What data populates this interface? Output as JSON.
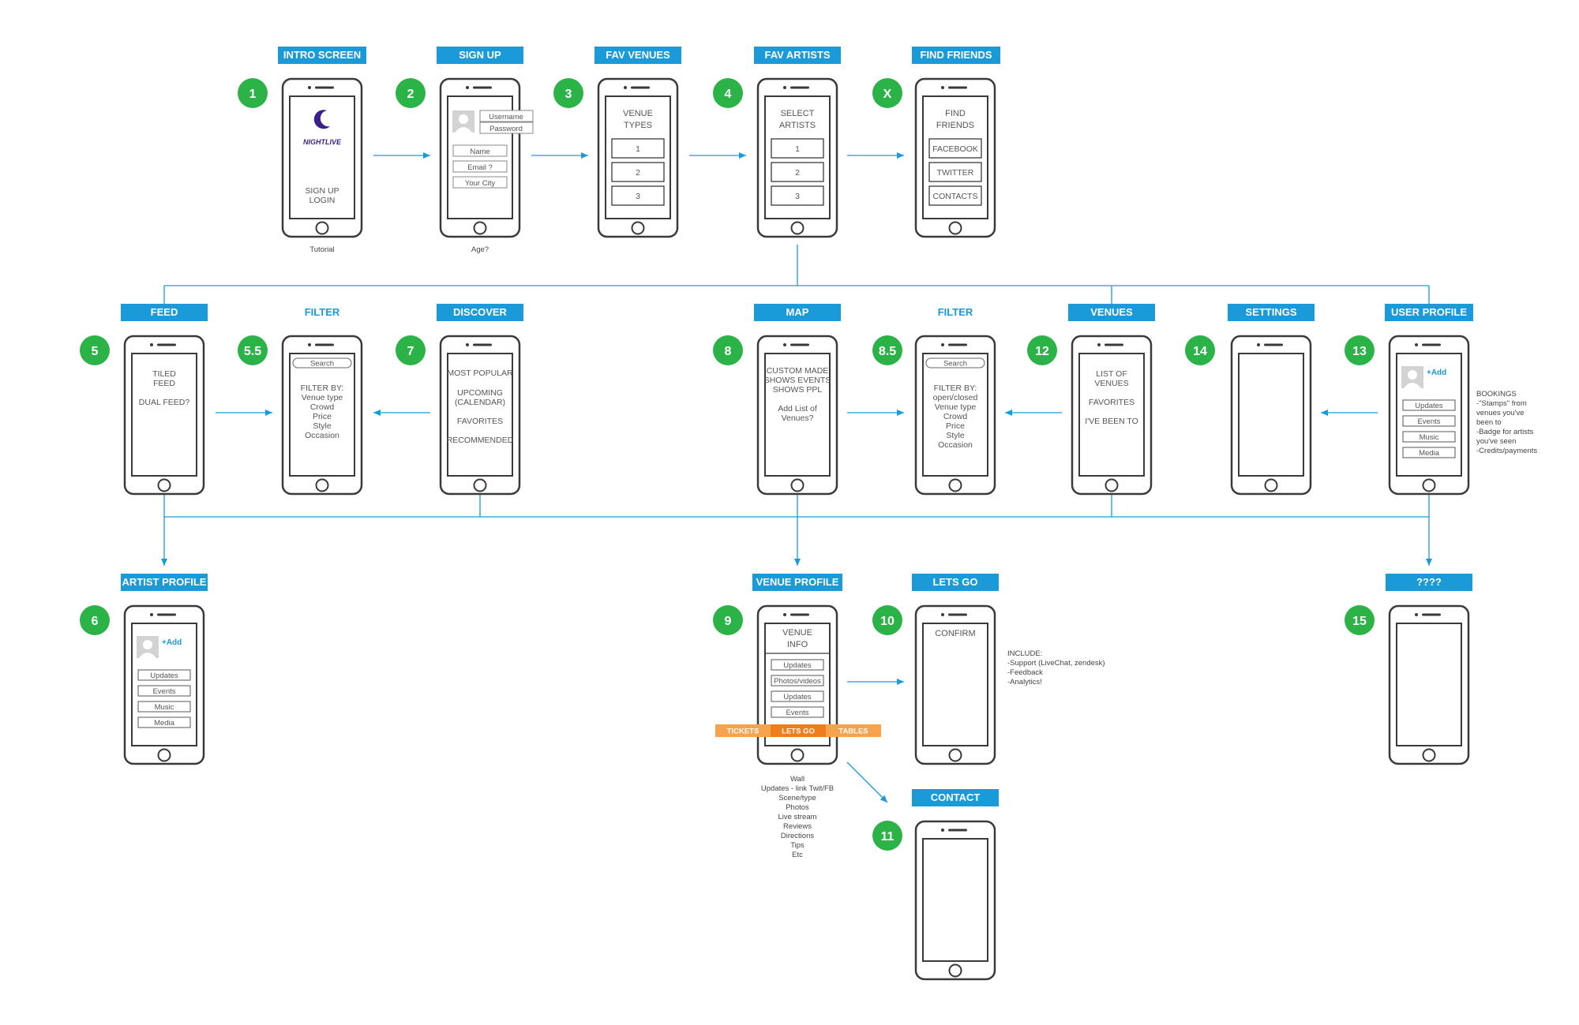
{
  "colors": {
    "accent_blue": "#1a9ad9",
    "step_green": "#2bb348",
    "tab_orange": "#f7a24d",
    "tab_orange_active": "#ef7d1a",
    "logo_purple": "#3b1f8a"
  },
  "intro": {
    "label": "INTRO SCREEN",
    "num": "1",
    "logo": "NIGHTLIVE",
    "line1": "SIGN UP",
    "line2": "LOGIN",
    "caption": "Tutorial"
  },
  "signup": {
    "label": "SIGN UP",
    "num": "2",
    "username": "Username",
    "password": "Password",
    "name": "Name",
    "email": "Email ?",
    "city": "Your City",
    "caption": "Age?"
  },
  "venues_fav": {
    "label": "FAV VENUES",
    "num": "3",
    "title1": "VENUE",
    "title2": "TYPES",
    "opt1": "1",
    "opt2": "2",
    "opt3": "3"
  },
  "artists_fav": {
    "label": "FAV ARTISTS",
    "num": "4",
    "title1": "SELECT",
    "title2": "ARTISTS",
    "opt1": "1",
    "opt2": "2",
    "opt3": "3"
  },
  "friends": {
    "label": "FIND FRIENDS",
    "num": "X",
    "title1": "FIND",
    "title2": "FRIENDS",
    "opt1": "FACEBOOK",
    "opt2": "TWITTER",
    "opt3": "CONTACTS"
  },
  "feed": {
    "label": "FEED",
    "num": "5",
    "line1": "TILED",
    "line2": "FEED",
    "line3": "DUAL FEED?"
  },
  "filter1": {
    "label": "FILTER",
    "num": "5.5",
    "search": "Search",
    "l1": "FILTER BY:",
    "l2": "Venue type",
    "l3": "Crowd",
    "l4": "Price",
    "l5": "Style",
    "l6": "Occasion"
  },
  "discover": {
    "label": "DISCOVER",
    "num": "7",
    "l1": "MOST POPULAR",
    "l2": "UPCOMING",
    "l3": "(CALENDAR)",
    "l4": "FAVORITES",
    "l5": "RECOMMENDED"
  },
  "map": {
    "label": "MAP",
    "num": "8",
    "l1": "CUSTOM MADE",
    "l2": "SHOWS EVENTS",
    "l3": "SHOWS PPL",
    "l4": "Add List of",
    "l5": "Venues?"
  },
  "filter2": {
    "label": "FILTER",
    "num": "8.5",
    "search": "Search",
    "l1": "FILTER BY:",
    "l2": "open/closed",
    "l3": "Venue type",
    "l4": "Crowd",
    "l5": "Price",
    "l6": "Style",
    "l7": "Occasion"
  },
  "venues": {
    "label": "VENUES",
    "num": "12",
    "l1": "LIST OF",
    "l2": "VENUES",
    "l3": "FAVORITES",
    "l4": "I'VE BEEN TO"
  },
  "settings": {
    "label": "SETTINGS",
    "num": "14"
  },
  "userprofile": {
    "label": "USER PROFILE",
    "num": "13",
    "add": "+Add",
    "b1": "Updates",
    "b2": "Events",
    "b3": "Music",
    "b4": "Media",
    "note": [
      "BOOKINGS",
      "-\"Stamps\" from",
      "venues you've",
      "been to",
      "-Badge for artists",
      "you've seen",
      "-Credits/payments"
    ]
  },
  "artistprofile": {
    "label": "ARTIST PROFILE",
    "num": "6",
    "add": "+Add",
    "b1": "Updates",
    "b2": "Events",
    "b3": "Music",
    "b4": "Media"
  },
  "venueprofile": {
    "label": "VENUE PROFILE",
    "num": "9",
    "title1": "VENUE",
    "title2": "INFO",
    "b1": "Updates",
    "b2": "Photos/videos",
    "b3": "Updates",
    "b4": "Events",
    "tab1": "TICKETS",
    "tab2": "LETS GO",
    "tab3": "TABLES",
    "note": [
      "Wall",
      "Updates - link Twit/FB",
      "Scene/type",
      "Photos",
      "Live stream",
      "Reviews",
      "Directions",
      "Tips",
      "Etc"
    ]
  },
  "letsgo": {
    "label": "LETS GO",
    "num": "10",
    "title": "CONFIRM",
    "note": [
      "INCLUDE:",
      "-Support (LiveChat, zendesk)",
      "-Feedback",
      "-Analytics!"
    ]
  },
  "contact": {
    "label": "CONTACT",
    "num": "11"
  },
  "unknown": {
    "label": "????",
    "num": "15"
  }
}
